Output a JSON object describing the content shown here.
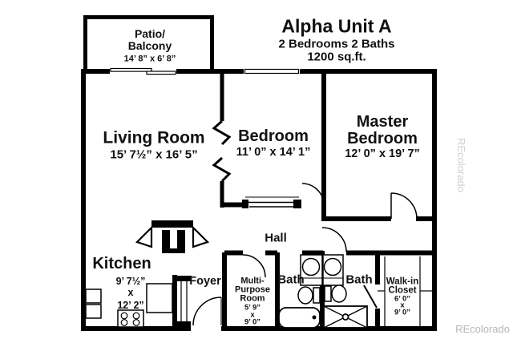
{
  "title": {
    "name": "Alpha Unit A",
    "line2": "2 Bedrooms 2 Baths",
    "line3": "1200 sq.ft."
  },
  "rooms": {
    "patio": {
      "label1": "Patio/",
      "label2": "Balcony",
      "dims": "14’ 8” x 6’ 8”"
    },
    "living": {
      "label": "Living Room",
      "dims": "15’ 7½” x 16’ 5”"
    },
    "bedroom": {
      "label": "Bedroom",
      "dims": "11’ 0” x 14’ 1”"
    },
    "master": {
      "label1": "Master",
      "label2": "Bedroom",
      "dims": "12’ 0” x 19’ 7”"
    },
    "hall": {
      "label": "Hall"
    },
    "kitchen": {
      "label": "Kitchen",
      "dim1": "9’ 7½”",
      "dim2": "x",
      "dim3": "12’ 2”"
    },
    "foyer": {
      "label": "Foyer"
    },
    "multi_purpose": {
      "label1": "Multi-",
      "label2": "Purpose",
      "label3": "Room",
      "dim1": "5’ 9”",
      "dim2": "x",
      "dim3": "9’ 0”"
    },
    "bath_left": {
      "label": "Bath"
    },
    "bath_right": {
      "label": "Bath"
    },
    "walk_in_closet": {
      "label1": "Walk-in",
      "label2": "Closet",
      "dim1": "6’ 0”",
      "dim2": "x",
      "dim3": "9’ 0”"
    }
  },
  "watermark": {
    "text": "REcolorado"
  },
  "colors": {
    "wall": "#000000",
    "background": "#ffffff",
    "watermark_bottom": "#b3b8b8",
    "watermark_side": "#cdd2d2"
  }
}
